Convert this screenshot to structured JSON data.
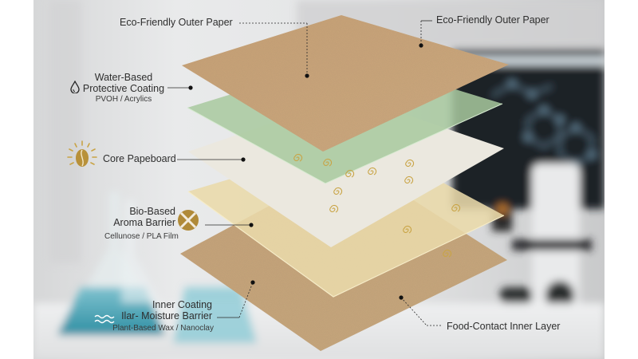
{
  "diagram": {
    "title": "Eco-friendly packaging paper layer stack",
    "colors": {
      "outer_paper": "#c9a57b",
      "coating_green": "#a9c8a0",
      "core_board": "#e9e6dc",
      "aroma_film": "#e6d8b0",
      "inner_paper": "#c7a67c",
      "gold_icon": "#b8913a",
      "label_text": "#2e2e2e"
    },
    "layers": [
      {
        "id": "outer-paper",
        "label": "Eco-Friendly Outer Paper",
        "sub": ""
      },
      {
        "id": "protective-coating",
        "label_line1": "Water-Based",
        "label_line2": "Protective Coating",
        "sub": "PVOH / Acrylics",
        "icon": "water-drop-icon"
      },
      {
        "id": "core-board",
        "label": "Core Papeboard",
        "sub": "",
        "icon": "coffee-bean-sun-icon"
      },
      {
        "id": "aroma-barrier",
        "label_line1": "Bio-Based",
        "label_line2": "Aroma Barrier",
        "sub": "Cellunose / PLA Film",
        "icon": "cross-circle-icon"
      },
      {
        "id": "moisture-barrier",
        "label_line1": "Inner Coating",
        "label_line2": "Ilar- Moisture Barrier",
        "sub": "Plant-Based Wax / Nanoclay",
        "icon": "waves-icon"
      },
      {
        "id": "inner-layer",
        "label": "Food-Contact Inner Layer",
        "sub": ""
      }
    ],
    "labels": {
      "outer_left": "Eco-Friendly Outer Paper",
      "outer_right": "Eco-Friendly Outer Paper",
      "coating_l1": "Water-Based",
      "coating_l2": "Protective Coating",
      "coating_sub": "PVOH / Acrylics",
      "core": "Core Papeboard",
      "aroma_l1": "Bio-Based",
      "aroma_l2": "Aroma Barrier",
      "aroma_sub": "Cellunose / PLA Film",
      "moisture_l1": "Inner Coating",
      "moisture_l2": "Ilar- Moisture Barrier",
      "moisture_sub": "Plant-Based Wax / Nanoclay",
      "inner": "Food-Contact Inner Layer"
    }
  }
}
